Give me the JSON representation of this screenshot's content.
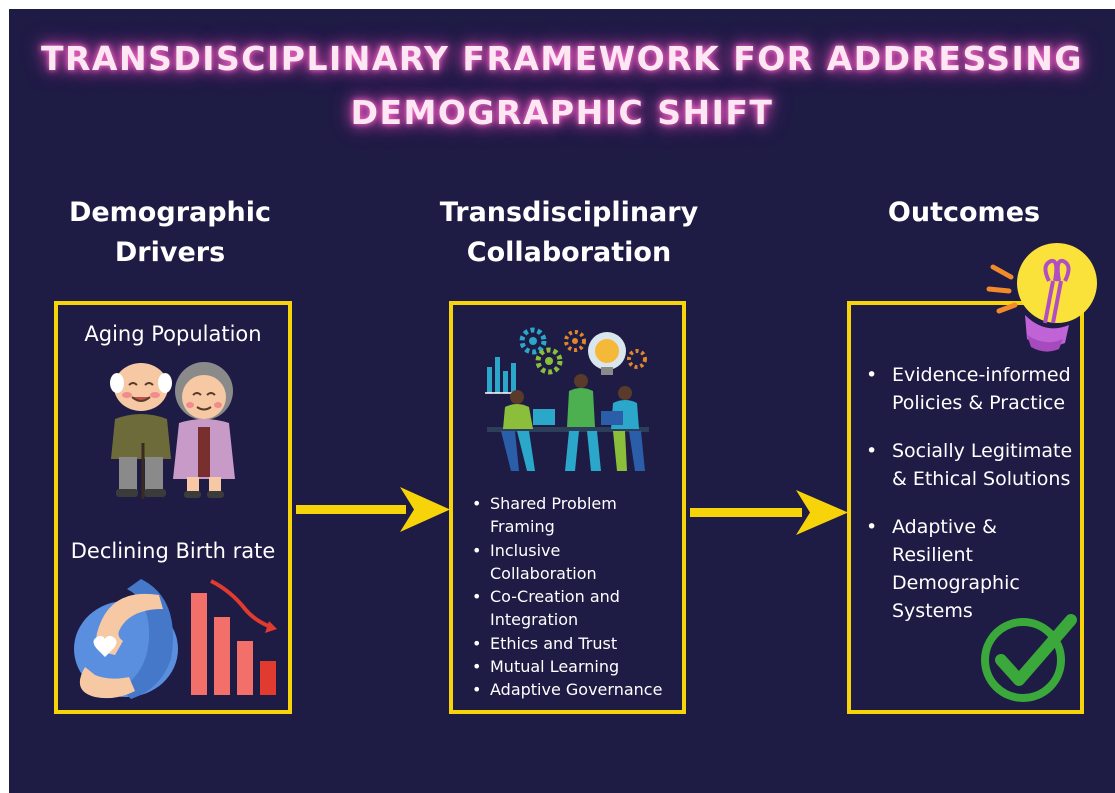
{
  "title": {
    "line1": "TRANSDISCIPLINARY FRAMEWORK FOR ADDRESSING",
    "line2": "DEMOGRAPHIC SHIFT"
  },
  "columns": [
    {
      "heading_line1": "Demographic",
      "heading_line2": "Drivers",
      "items": [
        "Aging Population",
        "Declining Birth rate"
      ]
    },
    {
      "heading_line1": "Transdisciplinary",
      "heading_line2": "Collaboration",
      "items": [
        [
          "Shared Problem",
          "Framing"
        ],
        [
          "Inclusive",
          "Collaboration"
        ],
        [
          "Co-Creation and",
          "Integration"
        ],
        [
          "Ethics and Trust"
        ],
        [
          "Mutual Learning"
        ],
        [
          "Adaptive Governance"
        ]
      ]
    },
    {
      "heading_line1": "Outcomes",
      "items": [
        [
          "Evidence-informed",
          "Policies & Practice"
        ],
        [
          "Socially Legitimate",
          "& Ethical Solutions"
        ],
        [
          "Adaptive &",
          "Resilient",
          "Demographic",
          "Systems"
        ]
      ]
    }
  ],
  "colors": {
    "background": "#1e1b45",
    "box_border": "#f7d40a",
    "arrow": "#f7d40a",
    "title_glow": "#e04fb7",
    "text": "#ffffff",
    "check": "#3aa83a"
  },
  "icons": [
    "elderly-couple-icon",
    "pregnant-belly-icon",
    "declining-bar-chart-icon",
    "team-collaboration-icon",
    "lightbulb-icon",
    "checkmark-icon"
  ]
}
